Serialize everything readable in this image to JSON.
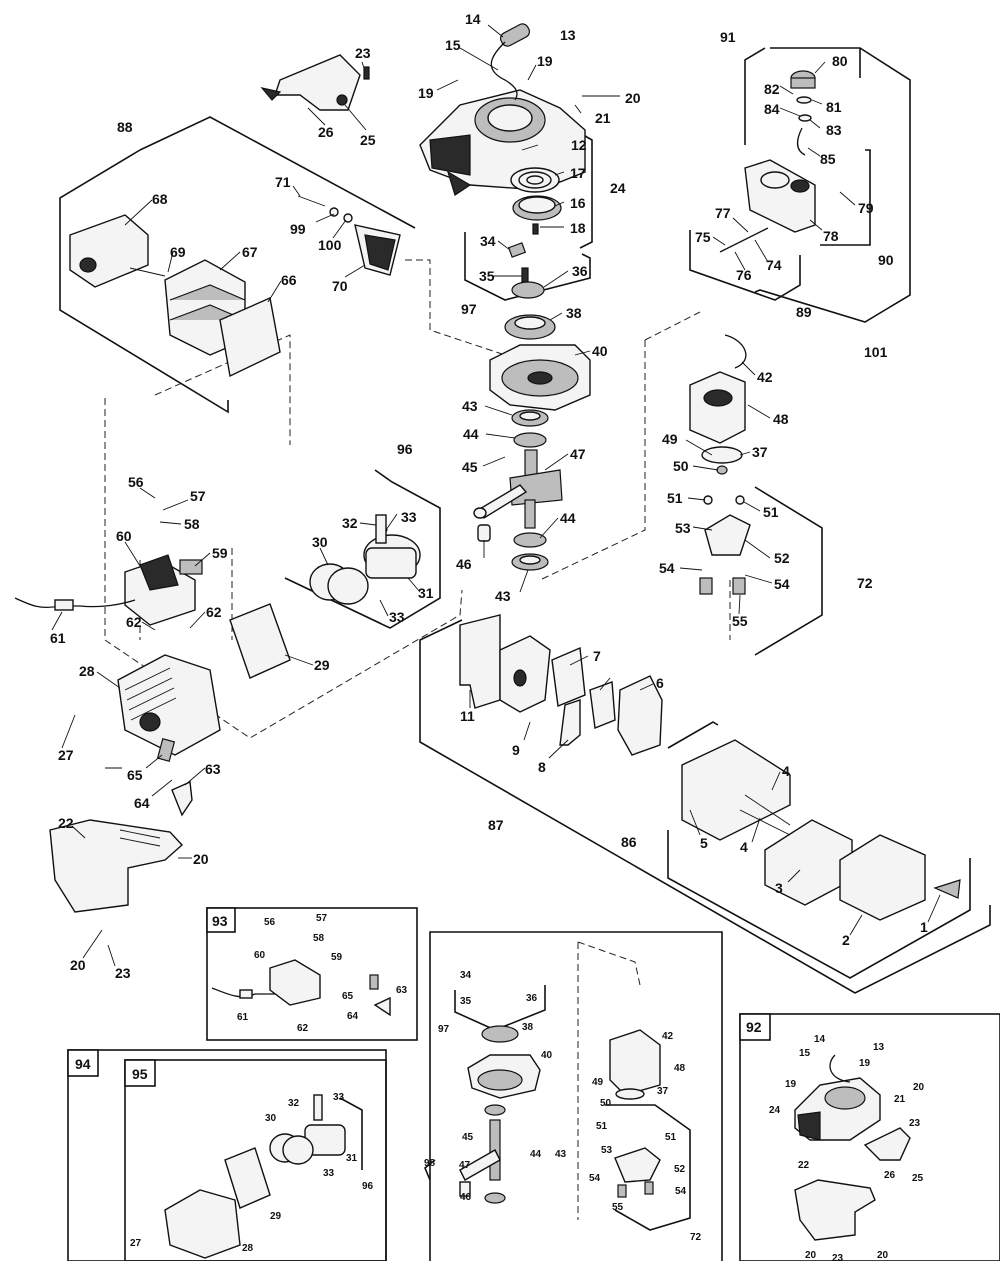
{
  "callouts": [
    {
      "id": "c14",
      "text": "14"
    },
    {
      "id": "c13",
      "text": "13"
    },
    {
      "id": "c15",
      "text": "15"
    },
    {
      "id": "c19a",
      "text": "19"
    },
    {
      "id": "c19b",
      "text": "19"
    },
    {
      "id": "c20a",
      "text": "20"
    },
    {
      "id": "c21",
      "text": "21"
    },
    {
      "id": "c12",
      "text": "12"
    },
    {
      "id": "c17",
      "text": "17"
    },
    {
      "id": "c24",
      "text": "24"
    },
    {
      "id": "c16",
      "text": "16"
    },
    {
      "id": "c18",
      "text": "18"
    },
    {
      "id": "c34",
      "text": "34"
    },
    {
      "id": "c35",
      "text": "35"
    },
    {
      "id": "c36",
      "text": "36"
    },
    {
      "id": "c97",
      "text": "97"
    },
    {
      "id": "c38",
      "text": "38"
    },
    {
      "id": "c40",
      "text": "40"
    },
    {
      "id": "c43a",
      "text": "43"
    },
    {
      "id": "c44a",
      "text": "44"
    },
    {
      "id": "c45",
      "text": "45"
    },
    {
      "id": "c47",
      "text": "47"
    },
    {
      "id": "c44b",
      "text": "44"
    },
    {
      "id": "c46",
      "text": "46"
    },
    {
      "id": "c43b",
      "text": "43"
    },
    {
      "id": "c23a",
      "text": "23"
    },
    {
      "id": "c26a",
      "text": "26"
    },
    {
      "id": "c25a",
      "text": "25"
    },
    {
      "id": "c88",
      "text": "88"
    },
    {
      "id": "c68",
      "text": "68"
    },
    {
      "id": "c71",
      "text": "71"
    },
    {
      "id": "c99",
      "text": "99"
    },
    {
      "id": "c100",
      "text": "100"
    },
    {
      "id": "c69",
      "text": "69"
    },
    {
      "id": "c67",
      "text": "67"
    },
    {
      "id": "c66",
      "text": "66"
    },
    {
      "id": "c70",
      "text": "70"
    },
    {
      "id": "c91",
      "text": "91"
    },
    {
      "id": "c80",
      "text": "80"
    },
    {
      "id": "c82",
      "text": "82"
    },
    {
      "id": "c81",
      "text": "81"
    },
    {
      "id": "c84",
      "text": "84"
    },
    {
      "id": "c83",
      "text": "83"
    },
    {
      "id": "c85",
      "text": "85"
    },
    {
      "id": "c79",
      "text": "79"
    },
    {
      "id": "c77",
      "text": "77"
    },
    {
      "id": "c78",
      "text": "78"
    },
    {
      "id": "c75",
      "text": "75"
    },
    {
      "id": "c74",
      "text": "74"
    },
    {
      "id": "c76",
      "text": "76"
    },
    {
      "id": "c90",
      "text": "90"
    },
    {
      "id": "c89",
      "text": "89"
    },
    {
      "id": "c101",
      "text": "101"
    },
    {
      "id": "c42",
      "text": "42"
    },
    {
      "id": "c48",
      "text": "48"
    },
    {
      "id": "c49",
      "text": "49"
    },
    {
      "id": "c37",
      "text": "37"
    },
    {
      "id": "c50",
      "text": "50"
    },
    {
      "id": "c51a",
      "text": "51"
    },
    {
      "id": "c51b",
      "text": "51"
    },
    {
      "id": "c53",
      "text": "53"
    },
    {
      "id": "c52",
      "text": "52"
    },
    {
      "id": "c72",
      "text": "72"
    },
    {
      "id": "c54a",
      "text": "54"
    },
    {
      "id": "c54b",
      "text": "54"
    },
    {
      "id": "c55",
      "text": "55"
    },
    {
      "id": "c96",
      "text": "96"
    },
    {
      "id": "c33a",
      "text": "33"
    },
    {
      "id": "c32",
      "text": "32"
    },
    {
      "id": "c30",
      "text": "30"
    },
    {
      "id": "c31",
      "text": "31"
    },
    {
      "id": "c33b",
      "text": "33"
    },
    {
      "id": "c56",
      "text": "56"
    },
    {
      "id": "c57",
      "text": "57"
    },
    {
      "id": "c58",
      "text": "58"
    },
    {
      "id": "c60",
      "text": "60"
    },
    {
      "id": "c59",
      "text": "59"
    },
    {
      "id": "c61",
      "text": "61"
    },
    {
      "id": "c62a",
      "text": "62"
    },
    {
      "id": "c62b",
      "text": "62"
    },
    {
      "id": "c29",
      "text": "29"
    },
    {
      "id": "c28",
      "text": "28"
    },
    {
      "id": "c27",
      "text": "27"
    },
    {
      "id": "c65",
      "text": "65"
    },
    {
      "id": "c63",
      "text": "63"
    },
    {
      "id": "c64",
      "text": "64"
    },
    {
      "id": "c11",
      "text": "11"
    },
    {
      "id": "c7",
      "text": "7"
    },
    {
      "id": "c6",
      "text": "6"
    },
    {
      "id": "c9",
      "text": "9"
    },
    {
      "id": "c8",
      "text": "8"
    },
    {
      "id": "c87",
      "text": "87"
    },
    {
      "id": "c4a",
      "text": "4"
    },
    {
      "id": "c4b",
      "text": "4"
    },
    {
      "id": "c86",
      "text": "86"
    },
    {
      "id": "c5",
      "text": "5"
    },
    {
      "id": "c3",
      "text": "3"
    },
    {
      "id": "c2",
      "text": "2"
    },
    {
      "id": "c1",
      "text": "1"
    },
    {
      "id": "c22a",
      "text": "22"
    },
    {
      "id": "c20b",
      "text": "20"
    },
    {
      "id": "c20c",
      "text": "20"
    },
    {
      "id": "c23b",
      "text": "23"
    }
  ],
  "inset93": {
    "box_label": "93",
    "callouts": [
      {
        "id": "i56",
        "text": "56"
      },
      {
        "id": "i57",
        "text": "57"
      },
      {
        "id": "i58",
        "text": "58"
      },
      {
        "id": "i60",
        "text": "60"
      },
      {
        "id": "i59",
        "text": "59"
      },
      {
        "id": "i65",
        "text": "65"
      },
      {
        "id": "i63",
        "text": "63"
      },
      {
        "id": "i61",
        "text": "61"
      },
      {
        "id": "i62",
        "text": "62"
      },
      {
        "id": "i64",
        "text": "64"
      }
    ]
  },
  "inset94": {
    "box_label": "94",
    "callouts": []
  },
  "inset95": {
    "box_label": "95",
    "callouts": [
      {
        "id": "j32",
        "text": "32"
      },
      {
        "id": "j33a",
        "text": "33"
      },
      {
        "id": "j30",
        "text": "30"
      },
      {
        "id": "j31",
        "text": "31"
      },
      {
        "id": "j33b",
        "text": "33"
      },
      {
        "id": "j96",
        "text": "96"
      },
      {
        "id": "j29",
        "text": "29"
      },
      {
        "id": "j27",
        "text": "27"
      },
      {
        "id": "j28",
        "text": "28"
      }
    ]
  },
  "inset_center": {
    "callouts": [
      {
        "id": "k34",
        "text": "34"
      },
      {
        "id": "k35",
        "text": "35"
      },
      {
        "id": "k36",
        "text": "36"
      },
      {
        "id": "k97",
        "text": "97"
      },
      {
        "id": "k38",
        "text": "38"
      },
      {
        "id": "k40",
        "text": "40"
      },
      {
        "id": "k45",
        "text": "45"
      },
      {
        "id": "k98",
        "text": "98"
      },
      {
        "id": "k47",
        "text": "47"
      },
      {
        "id": "k44",
        "text": "44"
      },
      {
        "id": "k43",
        "text": "43"
      },
      {
        "id": "k46",
        "text": "46"
      },
      {
        "id": "k42",
        "text": "42"
      },
      {
        "id": "k48",
        "text": "48"
      },
      {
        "id": "k49",
        "text": "49"
      },
      {
        "id": "k37",
        "text": "37"
      },
      {
        "id": "k50",
        "text": "50"
      },
      {
        "id": "k51a",
        "text": "51"
      },
      {
        "id": "k51b",
        "text": "51"
      },
      {
        "id": "k53",
        "text": "53"
      },
      {
        "id": "k52",
        "text": "52"
      },
      {
        "id": "k54a",
        "text": "54"
      },
      {
        "id": "k54b",
        "text": "54"
      },
      {
        "id": "k55",
        "text": "55"
      },
      {
        "id": "k72",
        "text": "72"
      }
    ]
  },
  "inset92": {
    "box_label": "92",
    "callouts": [
      {
        "id": "m14",
        "text": "14"
      },
      {
        "id": "m13",
        "text": "13"
      },
      {
        "id": "m15",
        "text": "15"
      },
      {
        "id": "m19a",
        "text": "19"
      },
      {
        "id": "m19b",
        "text": "19"
      },
      {
        "id": "m20a",
        "text": "20"
      },
      {
        "id": "m21",
        "text": "21"
      },
      {
        "id": "m24",
        "text": "24"
      },
      {
        "id": "m23",
        "text": "23"
      },
      {
        "id": "m26",
        "text": "26"
      },
      {
        "id": "m25",
        "text": "25"
      },
      {
        "id": "m22",
        "text": "22"
      },
      {
        "id": "m20b",
        "text": "20"
      },
      {
        "id": "m20c",
        "text": "20"
      },
      {
        "id": "m23b",
        "text": "23"
      }
    ]
  }
}
